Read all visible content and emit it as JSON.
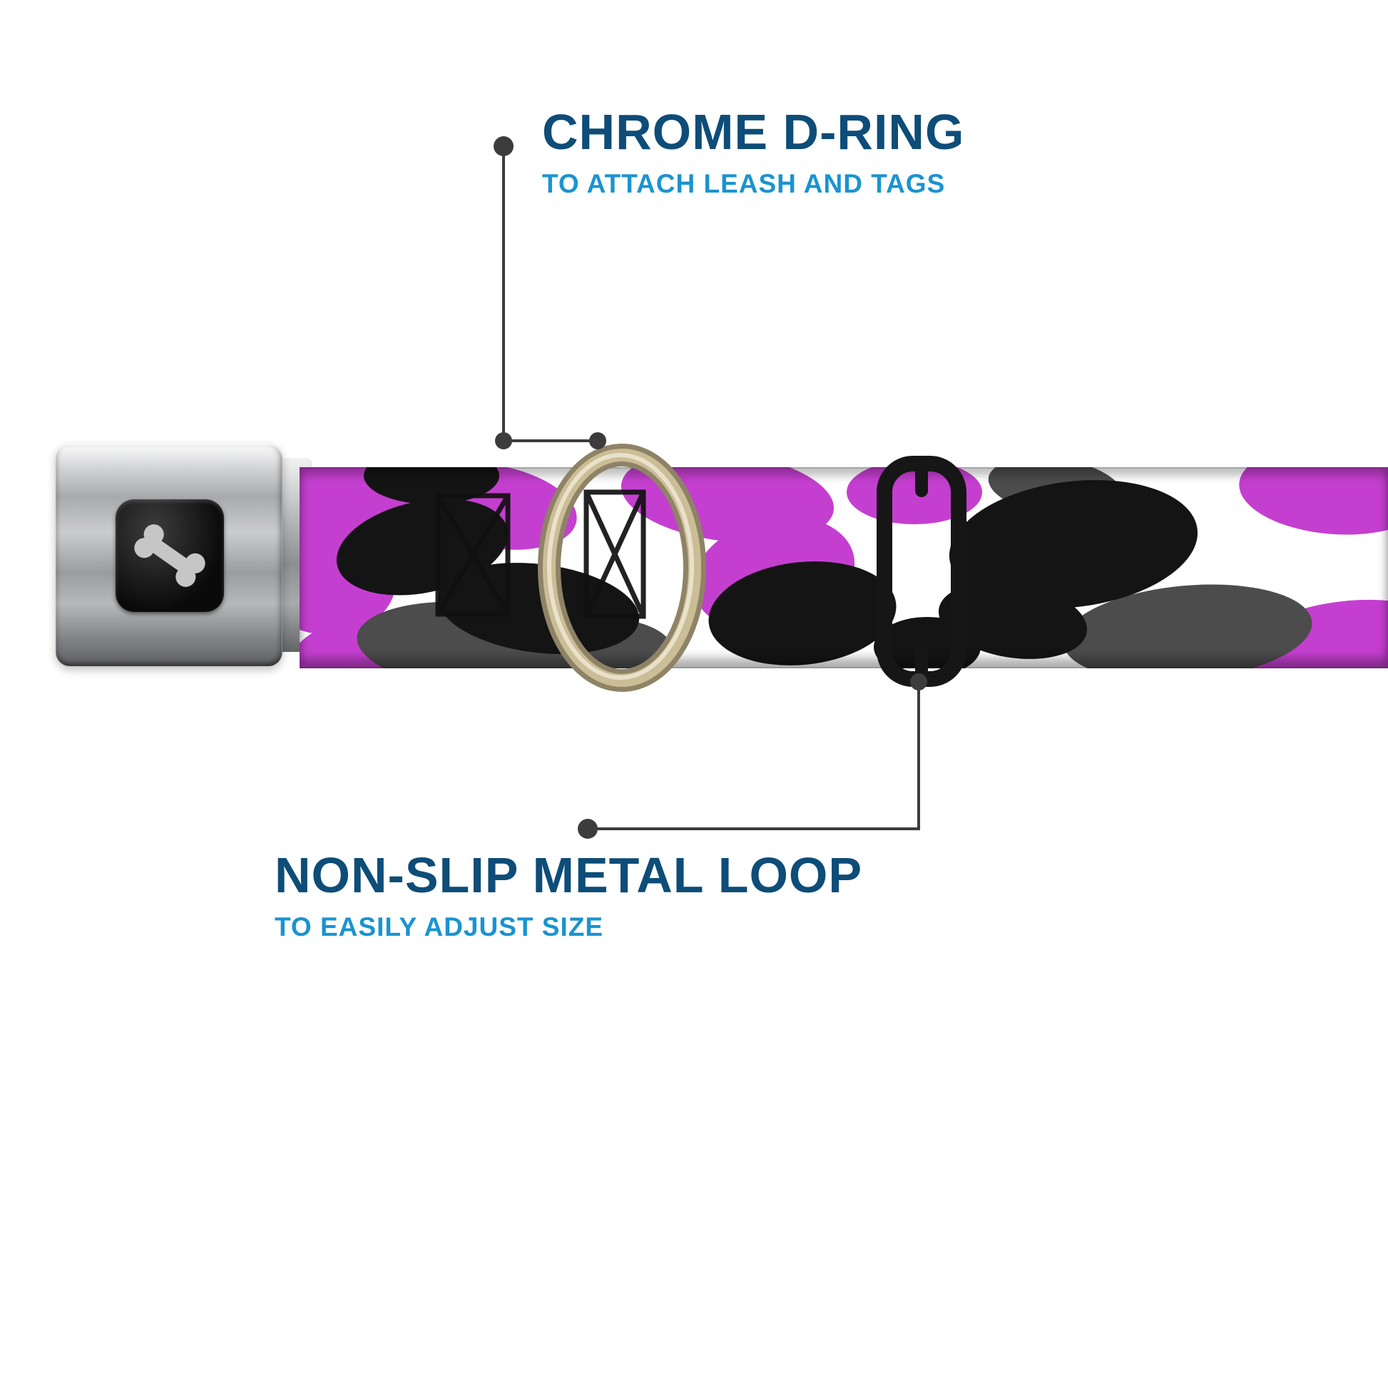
{
  "callouts": {
    "d_ring": {
      "title": "CHROME D-RING",
      "subtitle": "TO ATTACH LEASH AND TAGS"
    },
    "metal_loop": {
      "title": "NON-SLIP METAL LOOP",
      "subtitle": "TO EASILY ADJUST SIZE"
    }
  },
  "icons": {
    "buckle_center": "dog-bone-icon",
    "hardware": [
      "d-ring-icon",
      "tri-glide-slider-icon"
    ]
  },
  "colors": {
    "callout_title": "#0d4d78",
    "callout_subtitle": "#1a93d0",
    "callout_line": "#3c3c3c",
    "camo_purple": "#c43fcf",
    "camo_gray": "#4c4c4c",
    "camo_black": "#141414",
    "camo_white": "#ffffff",
    "ring_gold": "#cbbd96",
    "slider_black": "#161616",
    "bone_silver": "#c6c6c6"
  }
}
